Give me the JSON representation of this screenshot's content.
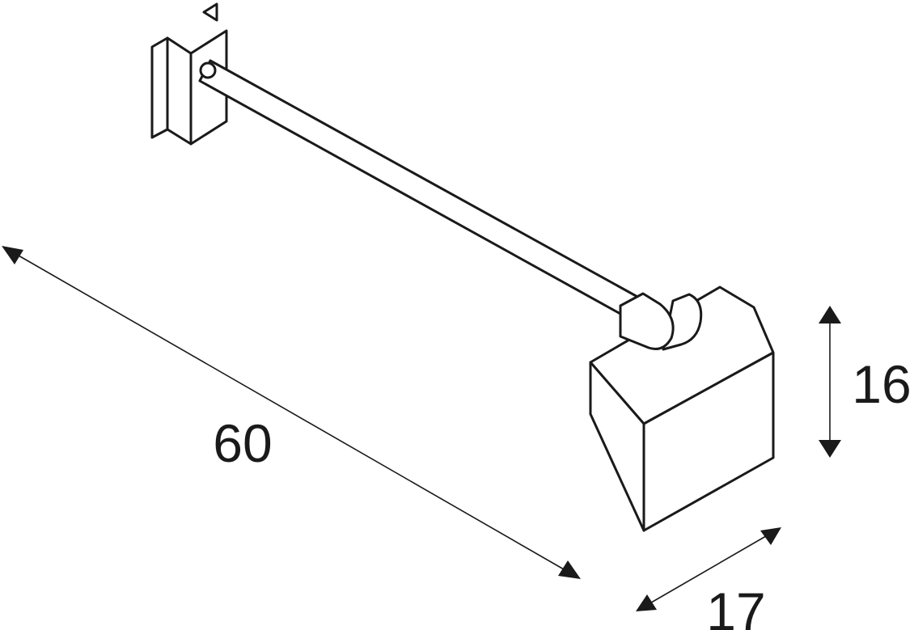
{
  "dimensions": {
    "length": "60",
    "height": "16",
    "depth": "17"
  },
  "colors": {
    "line": "#1a1a1a",
    "fill": "#ffffff"
  }
}
